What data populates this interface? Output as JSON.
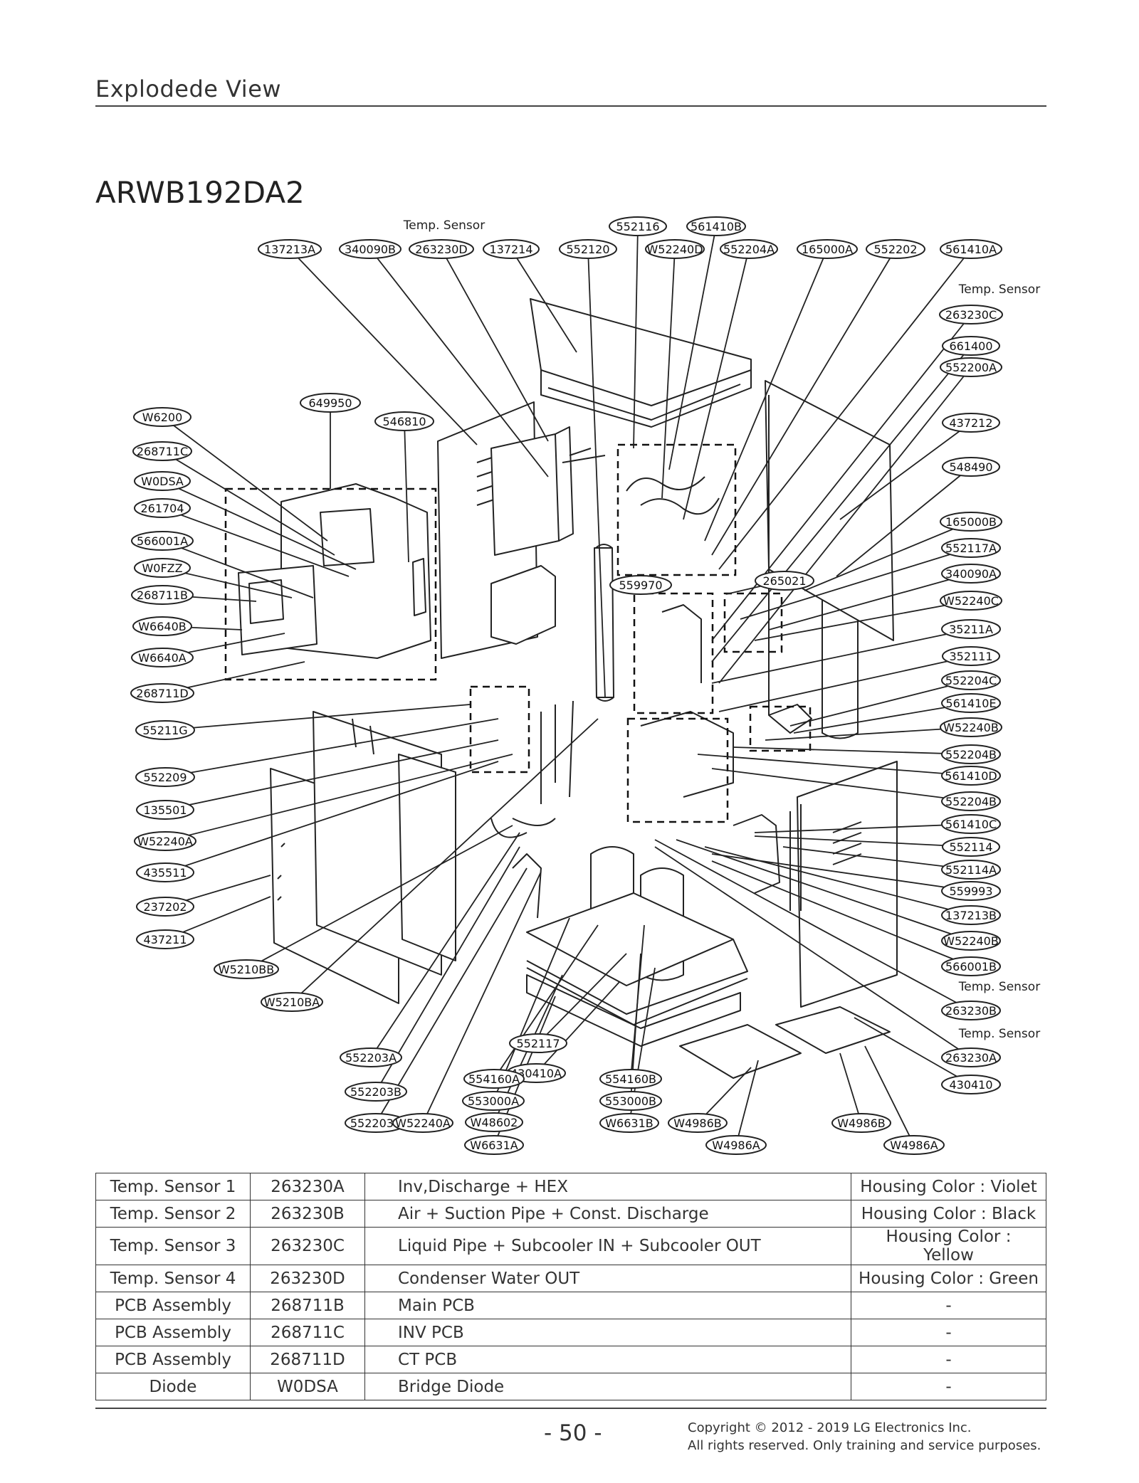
{
  "header": {
    "section_title": "Explodede View",
    "model": "ARWB192DA2"
  },
  "diagram": {
    "callouts": [
      "137213A",
      "340090B",
      "263230D",
      "137214",
      "552120",
      "552116",
      "W52240D",
      "561410B",
      "552204A",
      "165000A",
      "552202",
      "561410A",
      "263230C",
      "661400",
      "552200A",
      "437212",
      "548490",
      "165000B",
      "552117A",
      "340090A",
      "W52240C",
      "35211A",
      "352111",
      "552204C",
      "561410E",
      "W52240B",
      "552204B",
      "561410D",
      "552204B",
      "561410C",
      "552114",
      "552114A",
      "559993",
      "137213B",
      "W52240B",
      "566001B",
      "263230B",
      "263230A",
      "430410",
      "W6200",
      "268711C",
      "W0DSA",
      "261704",
      "566001A",
      "W0FZZ",
      "268711B",
      "W6640B",
      "W6640A",
      "268711D",
      "55211G",
      "552209",
      "135501",
      "W52240A",
      "435511",
      "237202",
      "437211",
      "W5210BB",
      "W5210BA",
      "649950",
      "546810",
      "559970",
      "265021",
      "552203A",
      "552203B",
      "552203C",
      "W52240A",
      "552117",
      "430410A",
      "554160A",
      "553000A",
      "W48602",
      "W6631A",
      "554160B",
      "553000B",
      "W6631B",
      "W4986B",
      "W4986A",
      "W4986B",
      "W4986A"
    ],
    "notes": [
      "Temp. Sensor",
      "Temp. Sensor",
      "Temp. Sensor",
      "Temp. Sensor"
    ]
  },
  "parts_table": {
    "rows": [
      [
        "Temp. Sensor 1",
        "263230A",
        "Inv,Discharge + HEX",
        "Housing Color : Violet"
      ],
      [
        "Temp. Sensor 2",
        "263230B",
        "Air + Suction Pipe + Const. Discharge",
        "Housing Color : Black"
      ],
      [
        "Temp. Sensor 3",
        "263230C",
        "Liquid Pipe + Subcooler IN + Subcooler OUT",
        "Housing Color : Yellow"
      ],
      [
        "Temp. Sensor 4",
        "263230D",
        "Condenser Water OUT",
        "Housing Color : Green"
      ],
      [
        "PCB Assembly",
        "268711B",
        "Main PCB",
        "-"
      ],
      [
        "PCB Assembly",
        "268711C",
        "INV PCB",
        "-"
      ],
      [
        "PCB Assembly",
        "268711D",
        "CT PCB",
        "-"
      ],
      [
        "Diode",
        "W0DSA",
        "Bridge Diode",
        "-"
      ]
    ]
  },
  "footer": {
    "page_number": "- 50 -",
    "copyright_line1": "Copyright © 2012 - 2019 LG Electronics Inc.",
    "copyright_line2": "All rights reserved. Only training and service purposes."
  }
}
